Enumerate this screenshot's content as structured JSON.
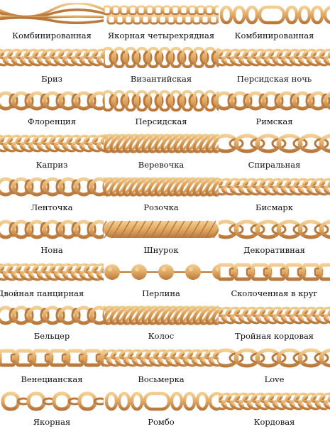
{
  "colors": {
    "gold_light": "#f3cf94",
    "gold": "#e0a964",
    "gold_dark": "#b9783c",
    "text": "#111111"
  },
  "chains": [
    {
      "name": "Комбинированная",
      "style": "braid"
    },
    {
      "name": "Якорная четырехрядная",
      "style": "rows"
    },
    {
      "name": "Комбинированная",
      "style": "figaro"
    },
    {
      "name": "Бриз",
      "style": "curb"
    },
    {
      "name": "Византийская",
      "style": "byzantine"
    },
    {
      "name": "Персидская ночь",
      "style": "curb"
    },
    {
      "name": "Флоренция",
      "style": "rings"
    },
    {
      "name": "Персидская",
      "style": "byzantine"
    },
    {
      "name": "Римская",
      "style": "rings"
    },
    {
      "name": "Каприз",
      "style": "curb"
    },
    {
      "name": "Веревочка",
      "style": "rope"
    },
    {
      "name": "Спиральная",
      "style": "oval"
    },
    {
      "name": "Ленточка",
      "style": "rings"
    },
    {
      "name": "Розочка",
      "style": "rope"
    },
    {
      "name": "Бисмарк",
      "style": "curb"
    },
    {
      "name": "Нона",
      "style": "rings"
    },
    {
      "name": "Шнурок",
      "style": "snake"
    },
    {
      "name": "Декоративная",
      "style": "oval"
    },
    {
      "name": "Двойная панцирная",
      "style": "curb"
    },
    {
      "name": "Перлина",
      "style": "beads"
    },
    {
      "name": "Сколоченная в круг",
      "style": "flat"
    },
    {
      "name": "Бельцер",
      "style": "rings"
    },
    {
      "name": "Колос",
      "style": "rope"
    },
    {
      "name": "Тройная кордовая",
      "style": "curb"
    },
    {
      "name": "Венецианская",
      "style": "flat"
    },
    {
      "name": "Восьмерка",
      "style": "curb"
    },
    {
      "name": "Love",
      "style": "oval"
    },
    {
      "name": "Якорная",
      "style": "anchor"
    },
    {
      "name": "Ромбо",
      "style": "figaro"
    },
    {
      "name": "Кордовая",
      "style": "curb"
    }
  ]
}
